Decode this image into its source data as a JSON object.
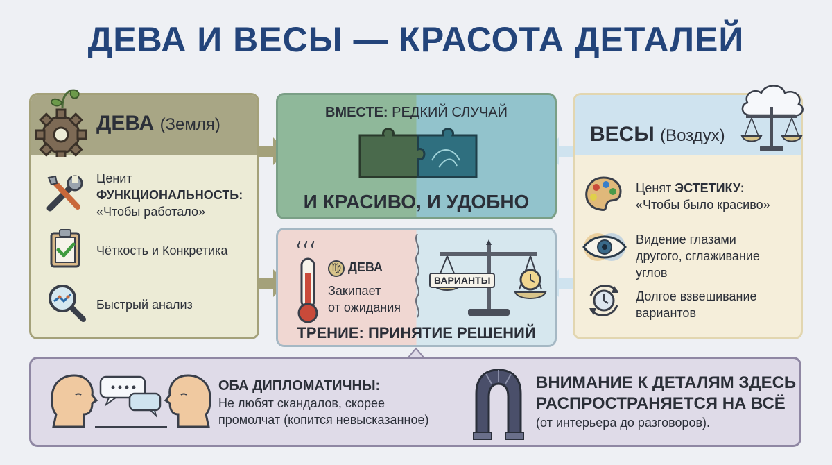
{
  "title": "ДЕВА И ВЕСЫ — КРАСОТА ДЕТАЛЕЙ",
  "virgo": {
    "name": "ДЕВА",
    "element": "(Земля)",
    "items": [
      {
        "icon": "tools-icon",
        "line1": "Ценит",
        "line2": "ФУНКЦИОНАЛЬНОСТЬ:",
        "line3": "«Чтобы работало»"
      },
      {
        "icon": "checklist-icon",
        "text": "Чёткость и Конкретика"
      },
      {
        "icon": "magnifier-icon",
        "text": "Быстрый анализ"
      }
    ]
  },
  "together": {
    "label_bold": "ВМЕСТЕ:",
    "label_rest": "РЕДКИЙ СЛУЧАЙ",
    "main": "И КРАСИВО, И УДОБНО"
  },
  "friction": {
    "virgo_label": "ДЕВА",
    "virgo_line1": "Закипает",
    "virgo_line2": "от ожидания",
    "scale_label": "ВАРИАНТЫ",
    "footer": "ТРЕНИЕ: ПРИНЯТИЕ РЕШЕНИЙ"
  },
  "libra": {
    "name": "ВЕСЫ",
    "element": "(Воздух)",
    "items": [
      {
        "icon": "palette-icon",
        "line1_plain": "Ценят ",
        "line1_bold": "ЭСТЕТИКУ:",
        "line2": "«Чтобы было красиво»"
      },
      {
        "icon": "eye-icon",
        "line1": "Видение глазами",
        "line2": "другого, сглаживание",
        "line3": "углов"
      },
      {
        "icon": "clock-cycle-icon",
        "line1": "Долгое взвешивание",
        "line2": "вариантов"
      }
    ]
  },
  "bottom": {
    "left_title": "ОБА ДИПЛОМАТИЧНЫ:",
    "left_line1": "Не любят скандалов, скорее",
    "left_line2": "промолчат (копится невысказанное)",
    "right_title1": "ВНИМАНИЕ К ДЕТАЛЯМ ЗДЕСЬ",
    "right_title2": "РАСПРОСТРАНЯЕТСЯ НА ВСЁ",
    "right_line": "(от интерьера до разговоров)."
  },
  "colors": {
    "title": "#23447a",
    "virgo_head": "#a8a685",
    "libra_head": "#cfe3ef",
    "together_left": "#8fb89a",
    "together_right": "#92c3cc"
  }
}
